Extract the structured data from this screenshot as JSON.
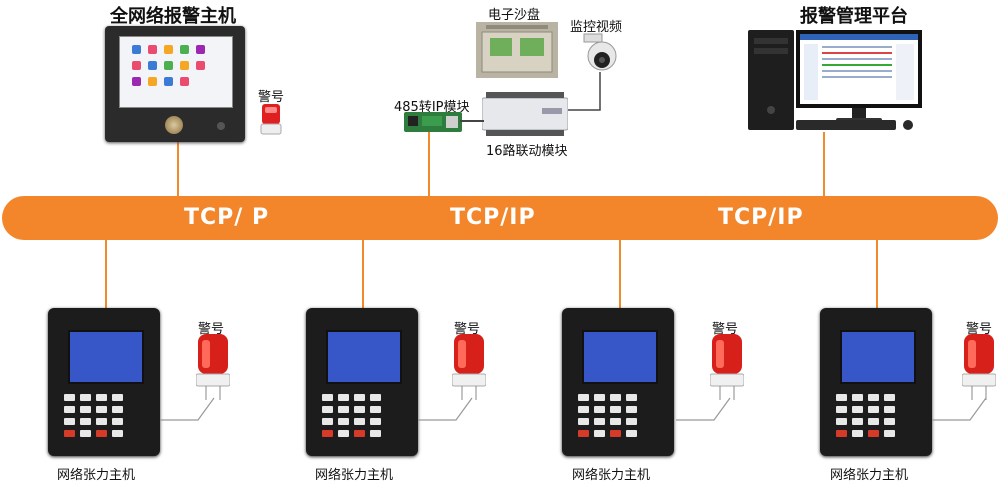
{
  "labels": {
    "main_host": "全网络报警主机",
    "alarm": "警号",
    "sand_table": "电子沙盘",
    "camera": "监控视频",
    "ip_module": "485转IP模块",
    "linkage_module": "16路联动模块",
    "platform": "报警管理平台",
    "tension_host": "网络张力主机"
  },
  "bus": {
    "segments": [
      "TCP/ P",
      "TCP/IP",
      "TCP/IP"
    ]
  },
  "colors": {
    "bus": "#f3852a",
    "lines": "#f08a2a",
    "keypad_screen": "#3757c9",
    "lamp": "#d8201a"
  },
  "keypads": [
    {
      "label": "网络张力主机",
      "lamp_label": "警号"
    },
    {
      "label": "网络张力主机",
      "lamp_label": "警号"
    },
    {
      "label": "网络张力主机",
      "lamp_label": "警号"
    },
    {
      "label": "网络张力主机",
      "lamp_label": "警号"
    }
  ]
}
